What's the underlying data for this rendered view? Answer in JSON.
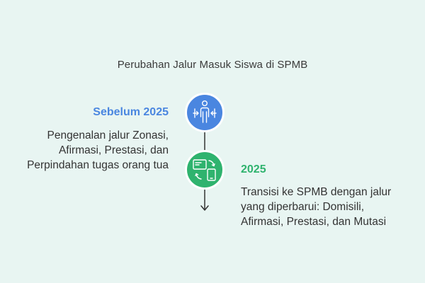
{
  "title": "Perubahan Jalur Masuk Siswa di SPMB",
  "steps": [
    {
      "heading": "Sebelum 2025",
      "description_lines": [
        "Pengenalan jalur Zonasi,",
        "Afirmasi, Prestasi, dan",
        "Perpindahan tugas orang tua"
      ],
      "color": "#4a86e0",
      "icon": "person-arrows-icon"
    },
    {
      "heading": "2025",
      "description_lines": [
        "Transisi ke SPMB dengan jalur",
        "yang diperbarui: Domisili,",
        "Afirmasi, Prestasi, dan Mutasi"
      ],
      "color": "#2fb36e",
      "icon": "devices-sync-icon"
    }
  ],
  "connector_color": "#333333"
}
